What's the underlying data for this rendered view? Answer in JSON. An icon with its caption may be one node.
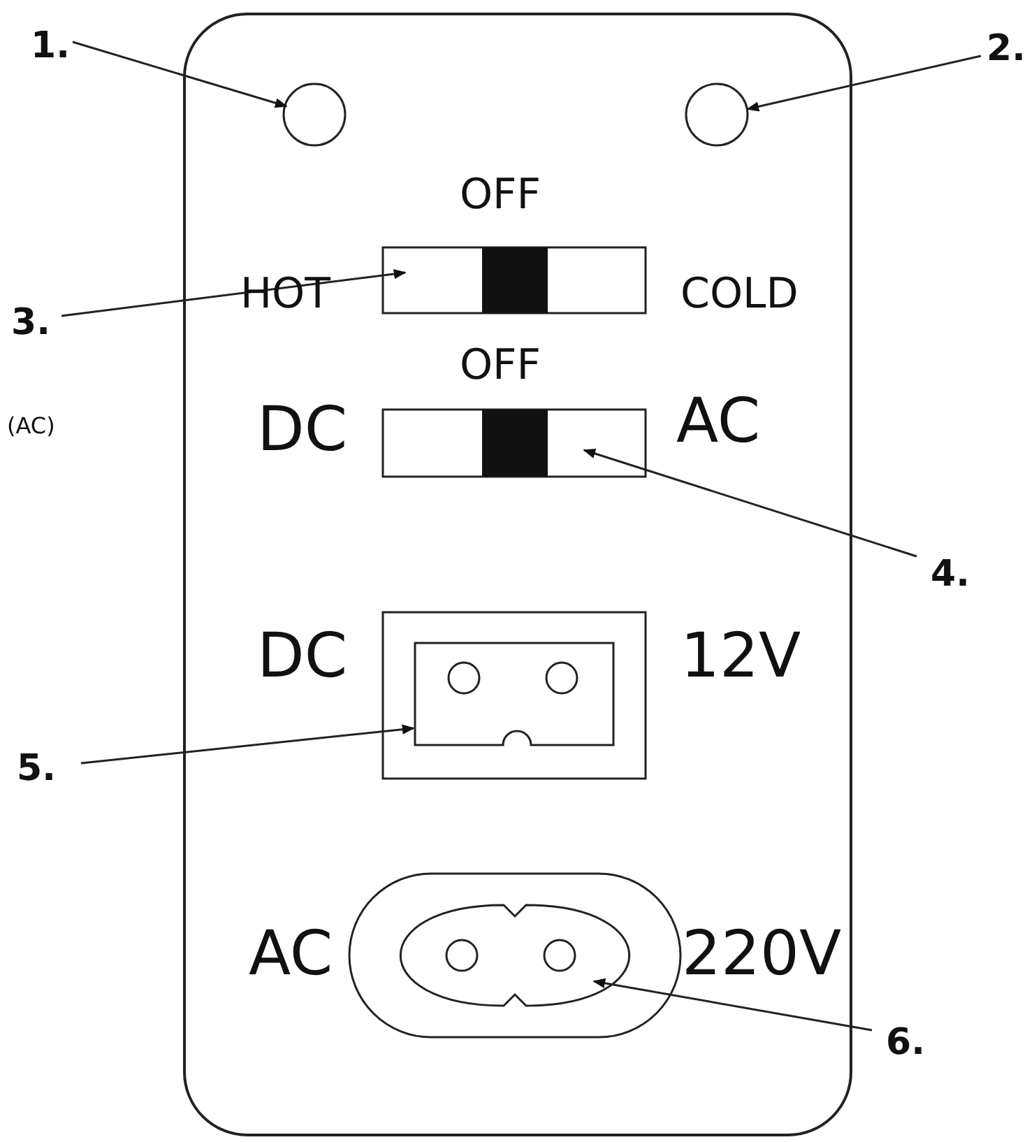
{
  "diagram": {
    "nodes": [
      {
        "text": [
          "1."
        ]
      },
      {
        "text": [],
        "shape": "circle"
      },
      {
        "text": [
          "2."
        ]
      },
      {
        "text": [],
        "shape": "circle"
      },
      {
        "text": [
          "3."
        ]
      },
      {
        "text": [],
        "shape": "box"
      },
      {
        "text": [],
        "shape": "box"
      },
      {
        "text": [
          "4."
        ]
      },
      {
        "text": [
          "5."
        ]
      },
      {
        "text": [],
        "shape": "box"
      },
      {
        "text": [],
        "shape": "oval"
      },
      {
        "text": [
          "6."
        ]
      }
    ],
    "edges": [
      {
        "from": 0,
        "to": 1,
        "arrow": "to"
      },
      {
        "from": 2,
        "to": 3,
        "arrow": "to"
      },
      {
        "from": 4,
        "to": 5,
        "arrow": "to"
      },
      {
        "from": 7,
        "to": 6,
        "arrow": "to"
      },
      {
        "from": 8,
        "to": 9,
        "arrow": "to"
      },
      {
        "from": 11,
        "to": 10,
        "arrow": "to"
      }
    ],
    "labels": [
      "OFF",
      "HOT",
      "COLD",
      "OFF",
      "(AC)",
      "DC",
      "AC",
      "DC",
      "12V",
      "AC",
      "220V"
    ]
  }
}
